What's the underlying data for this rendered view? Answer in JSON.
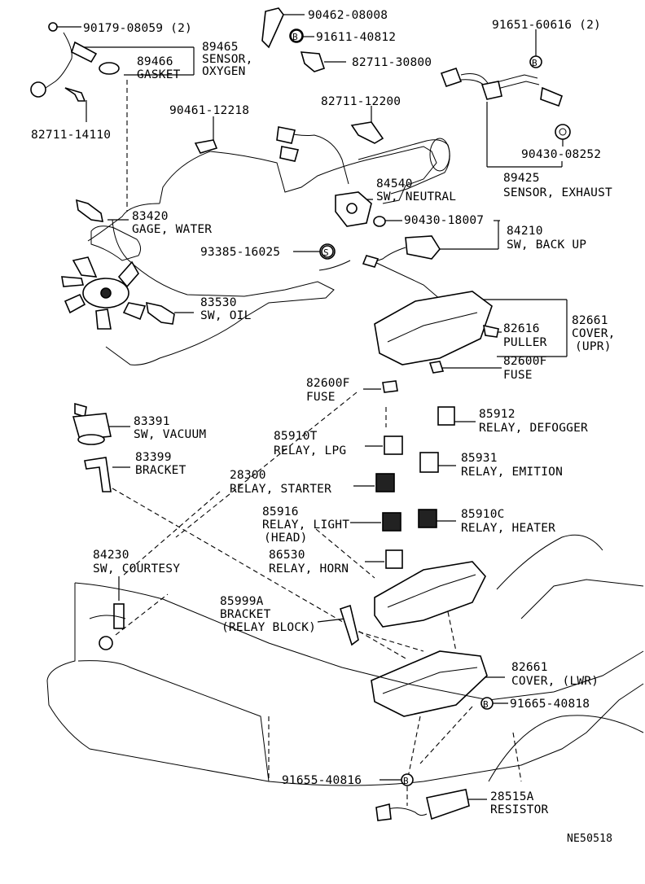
{
  "diagram_id": "NE50518",
  "parts": [
    {
      "key": "p9017908059",
      "lines": [
        "90179-08059 (2)"
      ]
    },
    {
      "key": "p90462",
      "lines": [
        "90462-08008"
      ]
    },
    {
      "key": "p91611",
      "lines": [
        "91611-40812"
      ]
    },
    {
      "key": "p91651",
      "lines": [
        "91651-60616 (2)"
      ]
    },
    {
      "key": "p89465",
      "lines": [
        "89465",
        "SENSOR,",
        "OXYGEN"
      ]
    },
    {
      "key": "p89466",
      "lines": [
        "89466",
        "GASKET"
      ]
    },
    {
      "key": "p8271130800",
      "lines": [
        "82711-30800"
      ]
    },
    {
      "key": "p8271114110",
      "lines": [
        "82711-14110"
      ]
    },
    {
      "key": "p9046112218",
      "lines": [
        "90461-12218"
      ]
    },
    {
      "key": "p8271112200",
      "lines": [
        "82711-12200"
      ]
    },
    {
      "key": "p9043008252",
      "lines": [
        "90430-08252"
      ]
    },
    {
      "key": "p89425",
      "lines": [
        "89425",
        "SENSOR, EXHAUST"
      ]
    },
    {
      "key": "p84540",
      "lines": [
        "84540",
        "SW, NEUTRAL"
      ]
    },
    {
      "key": "p83420",
      "lines": [
        "83420",
        "GAGE, WATER"
      ]
    },
    {
      "key": "p9043018007",
      "lines": [
        "90430-18007"
      ]
    },
    {
      "key": "p84210",
      "lines": [
        "84210",
        "SW, BACK UP"
      ]
    },
    {
      "key": "p9338516025",
      "lines": [
        "93385-16025"
      ]
    },
    {
      "key": "p83530",
      "lines": [
        "83530",
        "SW, OIL"
      ]
    },
    {
      "key": "p82616",
      "lines": [
        "82616",
        "PULLER"
      ]
    },
    {
      "key": "p82661u",
      "lines": [
        "82661",
        "COVER,",
        "(UPR)"
      ]
    },
    {
      "key": "p82600fa",
      "lines": [
        "82600F",
        "FUSE"
      ]
    },
    {
      "key": "p82600fb",
      "lines": [
        "82600F",
        "FUSE"
      ]
    },
    {
      "key": "p83391",
      "lines": [
        "83391",
        "SW, VACUUM"
      ]
    },
    {
      "key": "p85912",
      "lines": [
        "85912",
        "RELAY, DEFOGGER"
      ]
    },
    {
      "key": "p85910t",
      "lines": [
        "85910T",
        "RELAY, LPG"
      ]
    },
    {
      "key": "p83399",
      "lines": [
        "83399",
        "BRACKET"
      ]
    },
    {
      "key": "p85931",
      "lines": [
        "85931",
        "RELAY, EMITION"
      ]
    },
    {
      "key": "p28300",
      "lines": [
        "28300",
        "RELAY, STARTER"
      ]
    },
    {
      "key": "p85916",
      "lines": [
        "85916",
        "RELAY, LIGHT",
        "(HEAD)"
      ]
    },
    {
      "key": "p85910c",
      "lines": [
        "85910C",
        "RELAY, HEATER"
      ]
    },
    {
      "key": "p84230",
      "lines": [
        "84230",
        "SW, COURTESY"
      ]
    },
    {
      "key": "p86530",
      "lines": [
        "86530",
        "RELAY, HORN"
      ]
    },
    {
      "key": "p85999a",
      "lines": [
        "85999A",
        "BRACKET",
        "(RELAY BLOCK)"
      ]
    },
    {
      "key": "p82661l",
      "lines": [
        "82661",
        "COVER, (LWR)"
      ]
    },
    {
      "key": "p9166540818",
      "lines": [
        "91665-40818"
      ]
    },
    {
      "key": "p9165540816",
      "lines": [
        "91655-40816"
      ]
    },
    {
      "key": "p28515a",
      "lines": [
        "28515A",
        "RESISTOR"
      ]
    }
  ],
  "fastener_marks": [
    "B",
    "B",
    "S",
    "B",
    "B"
  ]
}
